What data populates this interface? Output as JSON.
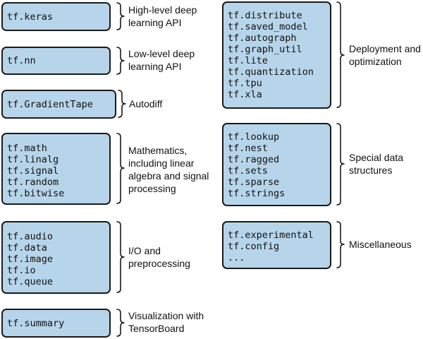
{
  "groups": [
    {
      "id": "keras",
      "modules": [
        "tf.keras"
      ],
      "label_lines": [
        "High-level deep",
        "learning API"
      ]
    },
    {
      "id": "nn",
      "modules": [
        "tf.nn"
      ],
      "label_lines": [
        "Low-level deep",
        "learning API"
      ]
    },
    {
      "id": "autodiff",
      "modules": [
        "tf.GradientTape"
      ],
      "label_lines": [
        "Autodiff"
      ]
    },
    {
      "id": "math",
      "modules": [
        "tf.math",
        "tf.linalg",
        "tf.signal",
        "tf.random",
        "tf.bitwise"
      ],
      "label_lines": [
        "Mathematics,",
        "including linear",
        "algebra and signal",
        "processing"
      ]
    },
    {
      "id": "io",
      "modules": [
        "tf.audio",
        "tf.data",
        "tf.image",
        "tf.io",
        "tf.queue"
      ],
      "label_lines": [
        "I/O and",
        "preprocessing"
      ]
    },
    {
      "id": "viz",
      "modules": [
        "tf.summary"
      ],
      "label_lines": [
        "Visualization with",
        "TensorBoard"
      ]
    },
    {
      "id": "deploy",
      "modules": [
        "tf.distribute",
        "tf.saved_model",
        "tf.autograph",
        "tf.graph_util",
        "tf.lite",
        "tf.quantization",
        "tf.tpu",
        "tf.xla"
      ],
      "label_lines": [
        "Deployment and",
        "optimization"
      ]
    },
    {
      "id": "special",
      "modules": [
        "tf.lookup",
        "tf.nest",
        "tf.ragged",
        "tf.sets",
        "tf.sparse",
        "tf.strings"
      ],
      "label_lines": [
        "Special data",
        "structures"
      ]
    },
    {
      "id": "misc",
      "modules": [
        "tf.experimental",
        "tf.config",
        "..."
      ],
      "label_lines": [
        "Miscellaneous"
      ]
    }
  ],
  "colors": {
    "box_fill": "#b7d5ea",
    "box_border": "#1a1a1a",
    "text": "#111111"
  }
}
